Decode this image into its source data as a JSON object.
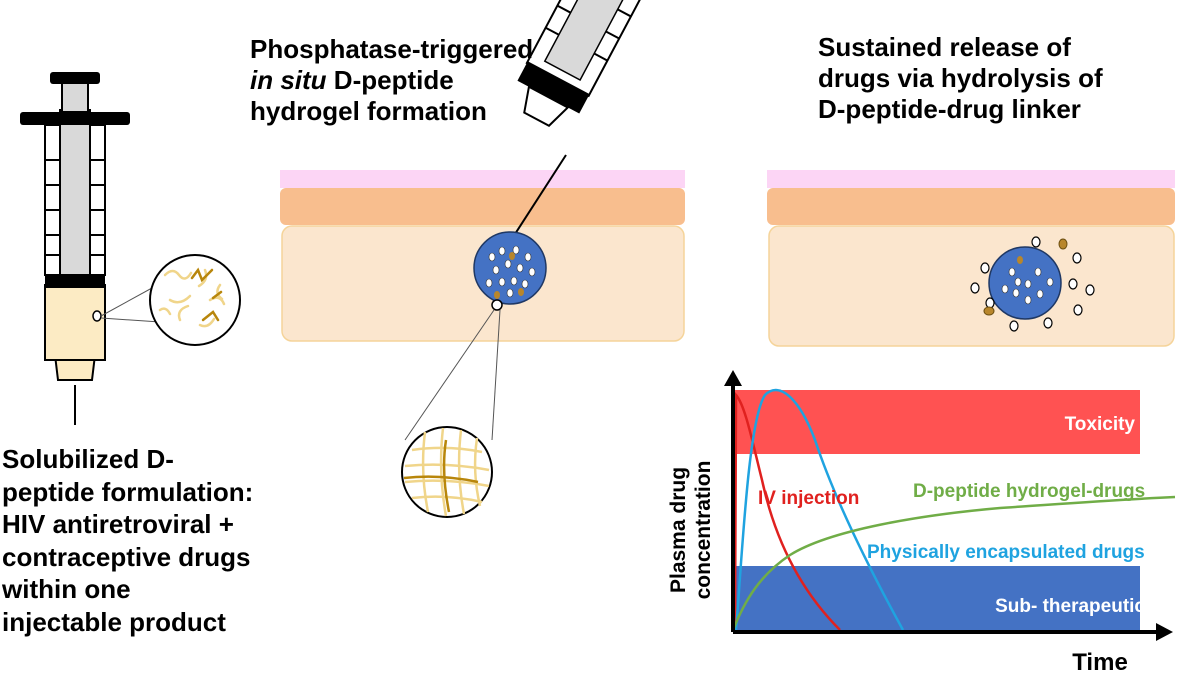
{
  "titles": {
    "middle": {
      "line1": "Phosphatase-triggered",
      "line2_italic": "in situ",
      "line2_rest": " D-peptide",
      "line3": "hydrogel formation"
    },
    "right": {
      "line1": "Sustained release of",
      "line2": "drugs via hydrolysis of",
      "line3": "D-peptide-drug linker"
    }
  },
  "caption_left": {
    "line1": "Solubilized D-",
    "line2": "peptide formulation:",
    "line3": "HIV antiretroviral +",
    "line4": "contraceptive drugs",
    "line5": "within one",
    "line6": "injectable product"
  },
  "graph": {
    "ylabel_line1": "Plasma drug",
    "ylabel_line2": "concentration",
    "xlabel": "Time",
    "zone_top": "Toxicity",
    "zone_bottom": "Sub- therapeutic",
    "curves": {
      "iv": "IV injection",
      "hydrogel": "D-peptide hydrogel-drugs",
      "encapsulated": "Physically encapsulated drugs"
    }
  },
  "colors": {
    "toxicity": "#FF5252",
    "subtherapeutic": "#4472C4",
    "iv_curve": "#E0211F",
    "hydrogel_curve": "#70AD47",
    "encapsulated_curve": "#1FA3E0",
    "skin_top": "#FCD5F5",
    "skin_dermis": "#F8BE8E",
    "skin_tissue": "#FBE6CE",
    "gel": "#4472C4",
    "drug_brown": "#B8862B",
    "fiber_light": "#F0D58A",
    "fiber_dark": "#B8860B"
  }
}
